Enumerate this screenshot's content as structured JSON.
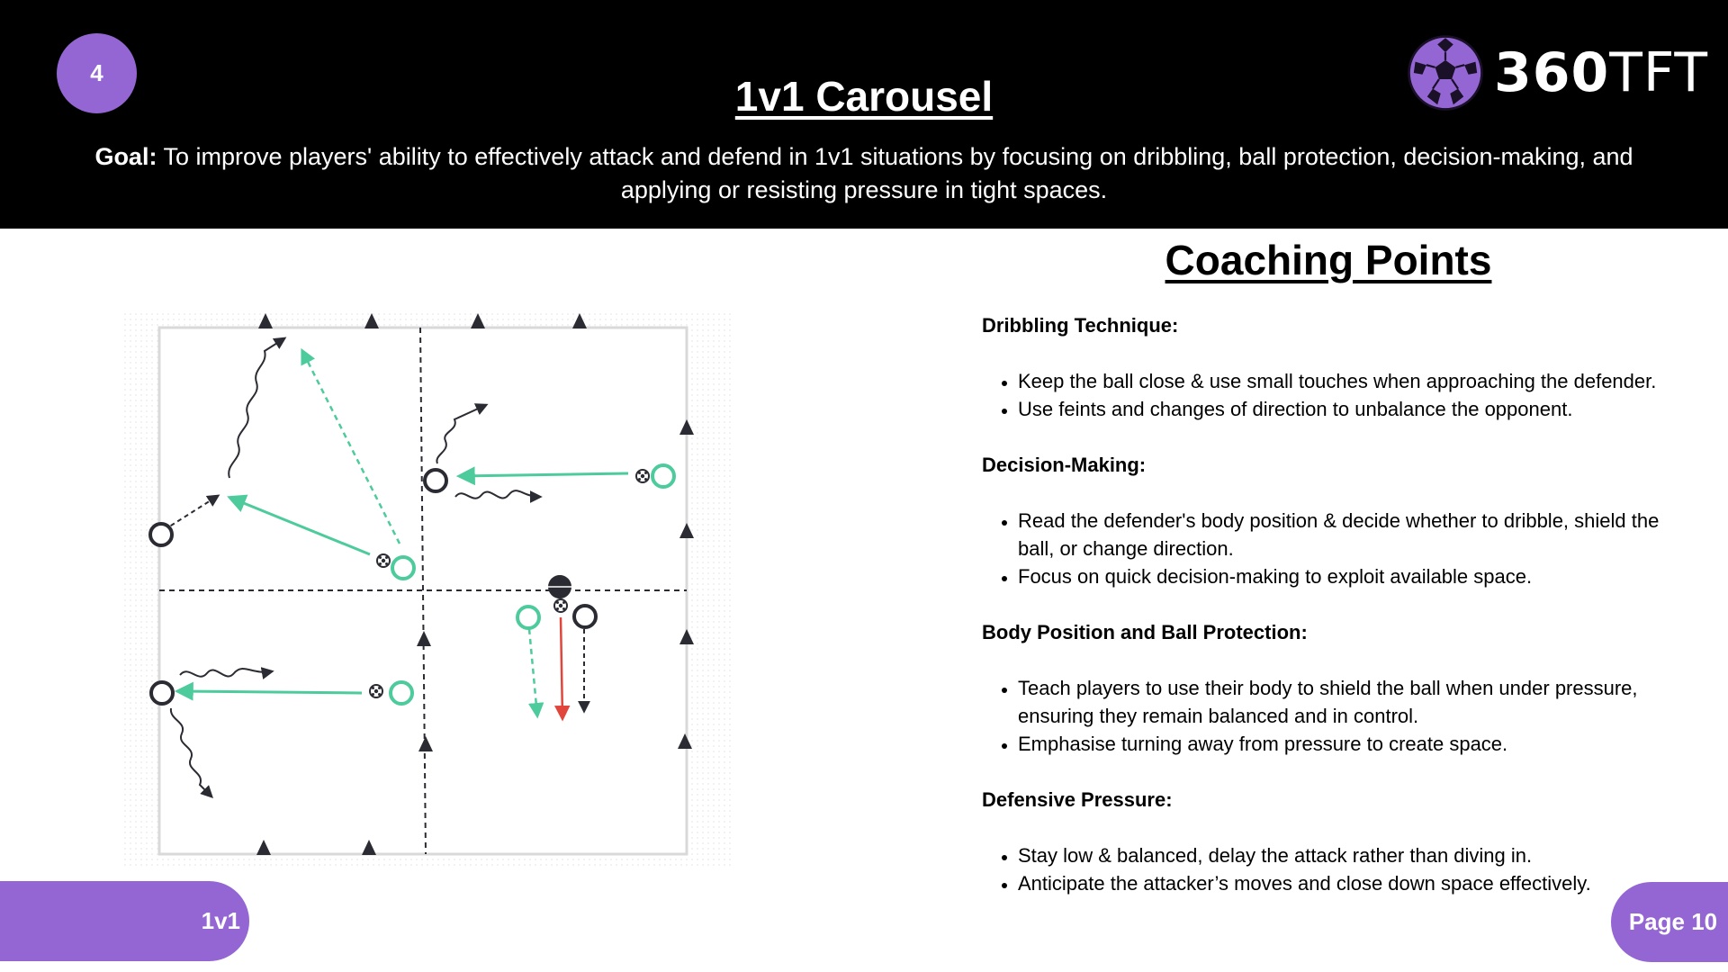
{
  "slide": {
    "number": "4",
    "title": "1v1 Carousel",
    "goal_label": "Goal:",
    "goal_text": " To improve players' ability to effectively attack and defend in 1v1 situations by focusing on dribbling, ball protection, decision-making, and applying or resisting pressure in tight spaces."
  },
  "logo": {
    "text_bold": "360",
    "text_light": "TFT",
    "icon": "soccer-ball-icon",
    "color": "#9466d3"
  },
  "coaching": {
    "title": "Coaching Points",
    "sections": [
      {
        "heading": "Dribbling Technique:",
        "points": [
          "Keep the ball close & use small touches when approaching the defender.",
          "Use feints and changes of direction to unbalance the opponent."
        ]
      },
      {
        "heading": "Decision-Making:",
        "points": [
          "Read the defender's body position & decide whether to dribble, shield the ball, or change direction.",
          "Focus on quick decision-making to exploit available space."
        ]
      },
      {
        "heading": "Body Position and Ball Protection:",
        "points": [
          "Teach players to use their body to shield the ball when under pressure, ensuring they remain balanced and in control.",
          "Emphasise turning away from pressure to create space."
        ]
      },
      {
        "heading": "Defensive Pressure:",
        "points": [
          "Stay low & balanced, delay the attack rather than diving in.",
          "Anticipate the attacker’s moves and close down space effectively."
        ]
      }
    ]
  },
  "footer": {
    "topic": "1v1",
    "page": "Page 10"
  },
  "colors": {
    "accent": "#9466d3",
    "header_bg": "#000000",
    "attacker": "#4ecb9c",
    "defender": "#2b2b33",
    "pass_red": "#e0463c"
  }
}
